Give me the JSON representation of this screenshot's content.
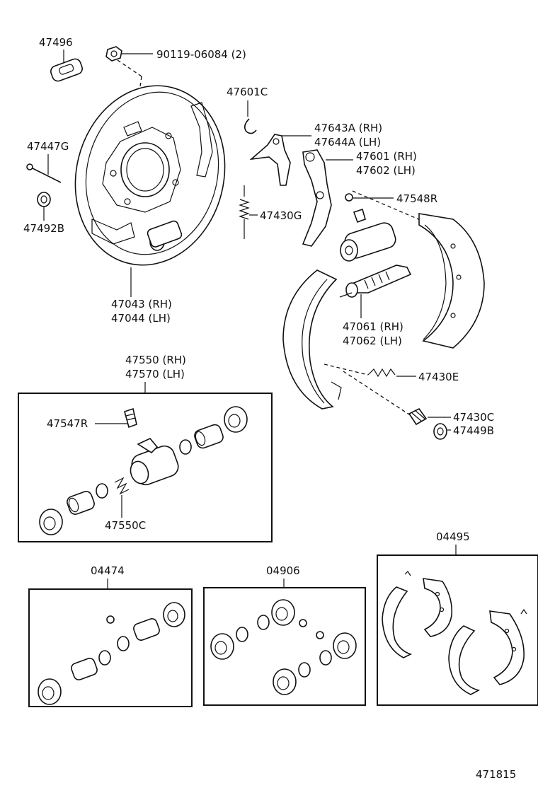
{
  "labels": {
    "p47496": "47496",
    "p90119": "90119-06084 (2)",
    "p47601c": "47601C",
    "p47643a": "47643A (RH)",
    "p47644a": "47644A (LH)",
    "p47447g": "47447G",
    "p47601": "47601 (RH)",
    "p47602": "47602 (LH)",
    "p47548r": "47548R",
    "p47430g": "47430G",
    "p47492b": "47492B",
    "p47043": "47043 (RH)",
    "p47044": "47044 (LH)",
    "p47061": "47061 (RH)",
    "p47062": "47062 (LH)",
    "p47430e": "47430E",
    "p47550": "47550 (RH)",
    "p47570": "47570 (LH)",
    "p47547r": "47547R",
    "p47430c": "47430C",
    "p47449b": "47449B",
    "p47550c": "47550C",
    "p04495": "04495",
    "p04474": "04474",
    "p04906": "04906",
    "figure_number": "471815"
  }
}
